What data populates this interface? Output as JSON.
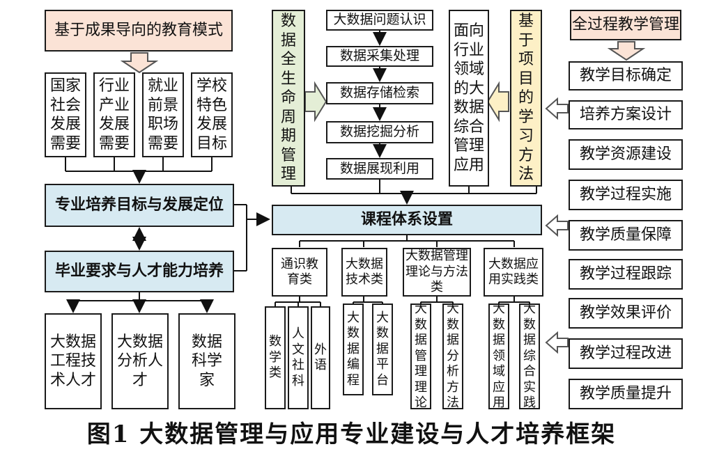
{
  "left": {
    "top_box": "基于成果导向的教育模式",
    "needs": [
      "国家社会发展需要",
      "行业产业发展需要",
      "就业前景职场需要",
      "学校特色发展目标"
    ],
    "goal_box": "专业培养目标与发展定位",
    "ability_box": "毕业要求与人才能力培养",
    "talents": [
      "大数据工程技术人才",
      "大数据分析人才",
      "数据科学家"
    ]
  },
  "middle": {
    "lifecycle_box": "数据全生命周期管理",
    "steps": [
      "大数据问题认识",
      "数据采集处理",
      "数据存储检索",
      "数据挖掘分析",
      "数据展现利用"
    ],
    "industry_box": "面向行业领域的大数据综合管理应用",
    "project_box": "基于项目的学习方法",
    "curriculum_box": "课程体系设置",
    "categories": [
      "通识教育类",
      "大数据技术类",
      "大数据管理理论与方法类",
      "大数据应用实践类"
    ],
    "courses": [
      "数学类",
      "人文社科",
      "外语",
      "大数据编程",
      "大数据平台",
      "大数据管理理论",
      "大数据分析方法",
      "大数据领域应用",
      "大数据综合实践"
    ]
  },
  "right": {
    "top_box": "全过程教学管理",
    "items": [
      "教学目标确定",
      "培养方案设计",
      "教学资源建设",
      "教学过程实施",
      "教学质量保障",
      "教学过程跟踪",
      "教学效果评价",
      "教学过程改进",
      "教学质量提升"
    ]
  },
  "caption": "图1  大数据管理与应用专业建设与人才培养框架",
  "colors": {
    "pink": "#fbe3d6",
    "blue": "#d7eaf2",
    "green": "#e4eed6",
    "yellow": "#fdf0c6"
  }
}
